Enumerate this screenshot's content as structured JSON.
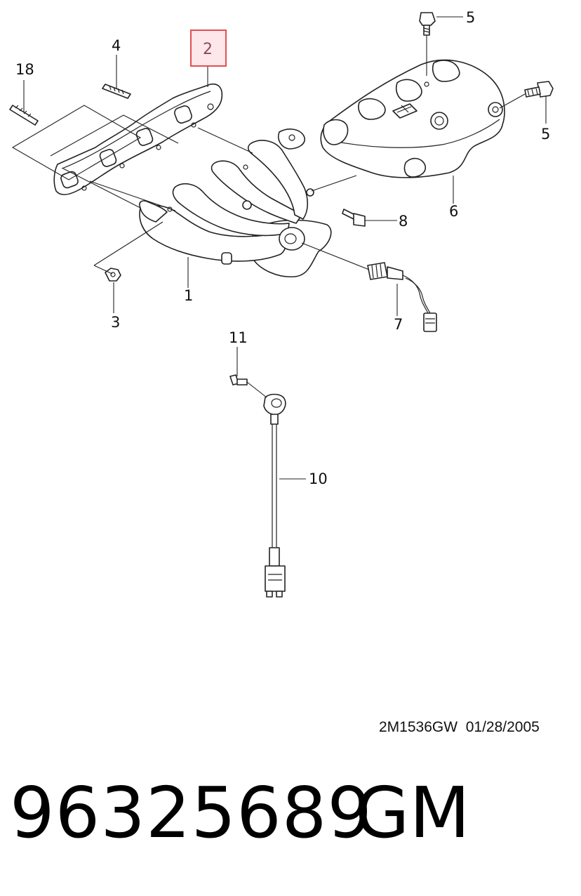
{
  "callouts": {
    "c1": "1",
    "c2": "2",
    "c3": "3",
    "c4": "4",
    "c5a": "5",
    "c5b": "5",
    "c6": "6",
    "c7": "7",
    "c8": "8",
    "c10": "10",
    "c11": "11",
    "c18": "18"
  },
  "highlight_color": "#e05050",
  "footer": {
    "code": "2M1536GW  01/28/2005"
  },
  "part": {
    "number": "96325689",
    "brand": "GM"
  }
}
